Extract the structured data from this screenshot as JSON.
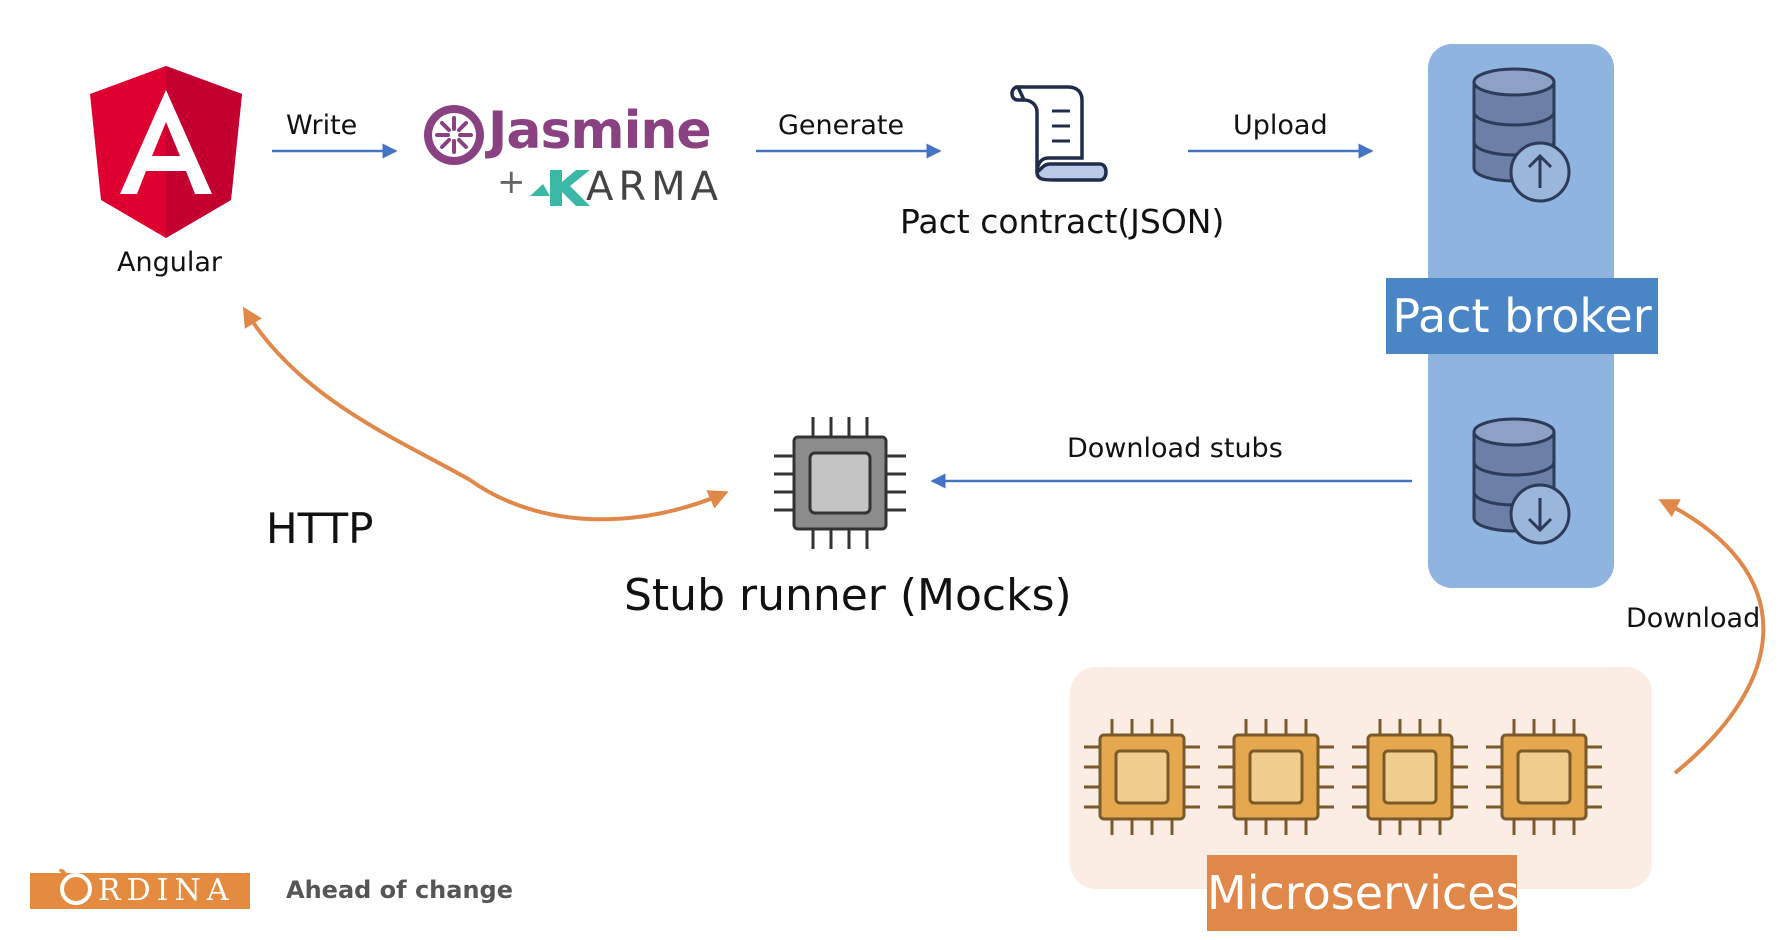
{
  "angular": {
    "label": "Angular"
  },
  "arrows": {
    "write": "Write",
    "generate": "Generate",
    "upload": "Upload",
    "download_stubs": "Download stubs",
    "download": "Download",
    "http": "HTTP"
  },
  "jasmine": {
    "name": "Jasmine",
    "plus": "+",
    "karma": "ARMA"
  },
  "contract": {
    "label": "Pact contract(JSON)"
  },
  "broker": {
    "title": "Pact broker"
  },
  "stub_runner": {
    "label": "Stub runner (Mocks)"
  },
  "microservices": {
    "title": "Microservices",
    "count": 4
  },
  "footer": {
    "brand": "RDINA",
    "tagline": "Ahead of change"
  },
  "colors": {
    "angular_red": "#dd0031",
    "flow_blue": "#4472c4",
    "http_orange": "#e0884a",
    "broker_blue": "#4a86c5",
    "chip_gold": "#e5a84f",
    "jasmine_purple": "#8a4182",
    "karma_green": "#3bb8a5"
  },
  "icons": {
    "angular": "angular-shield-icon",
    "contract": "scroll-document-icon",
    "upload_db": "database-upload-icon",
    "download_db": "database-download-icon",
    "stub_chip": "cpu-chip-icon",
    "microservice_chip": "cpu-chip-icon"
  }
}
